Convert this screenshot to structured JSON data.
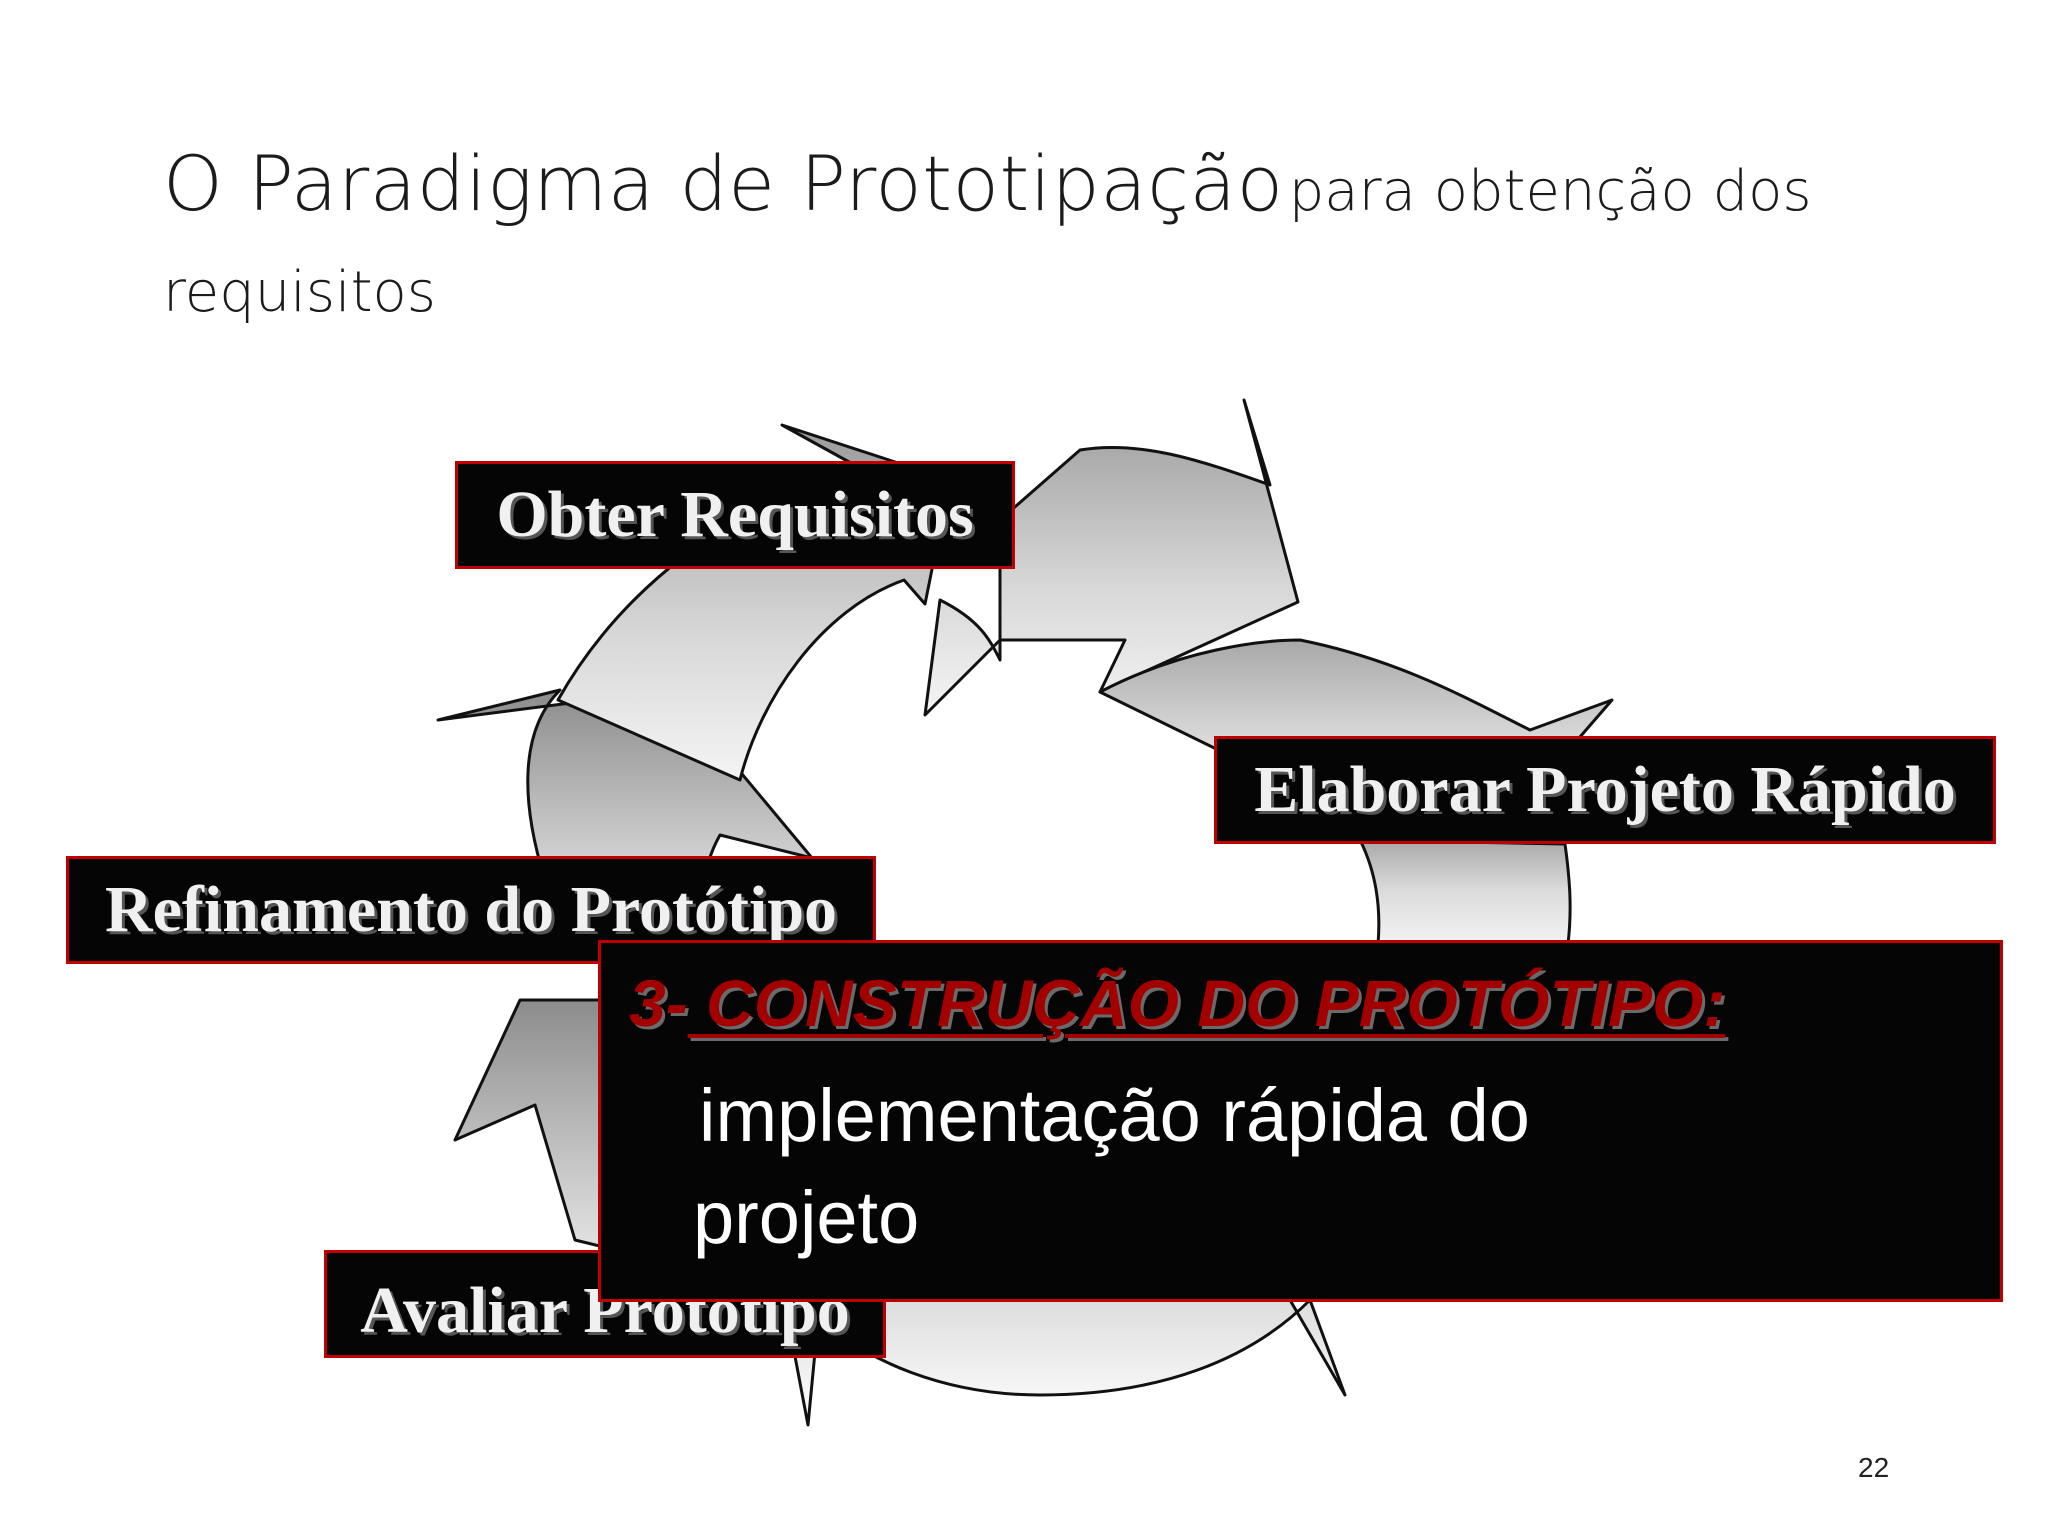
{
  "slide": {
    "title_main": "O Paradigma de Prototipação",
    "title_sub_part1": "para obtenção dos",
    "title_sub_part2": "requisitos",
    "page_number": "22"
  },
  "diagram": {
    "steps": [
      {
        "label": "Obter Requisitos"
      },
      {
        "label": "Elaborar Projeto Rápido"
      },
      {
        "label": "Refinamento do Protótipo"
      },
      {
        "label": "Avaliar Protótipo"
      }
    ]
  },
  "callout": {
    "number": "3-",
    "heading": " CONSTRUÇÃO DO PROTÓTIPO:",
    "body_line1": "implementação rápida do",
    "body_line2": "projeto",
    "heading_color": "#a30000",
    "border_color": "#c00000"
  }
}
